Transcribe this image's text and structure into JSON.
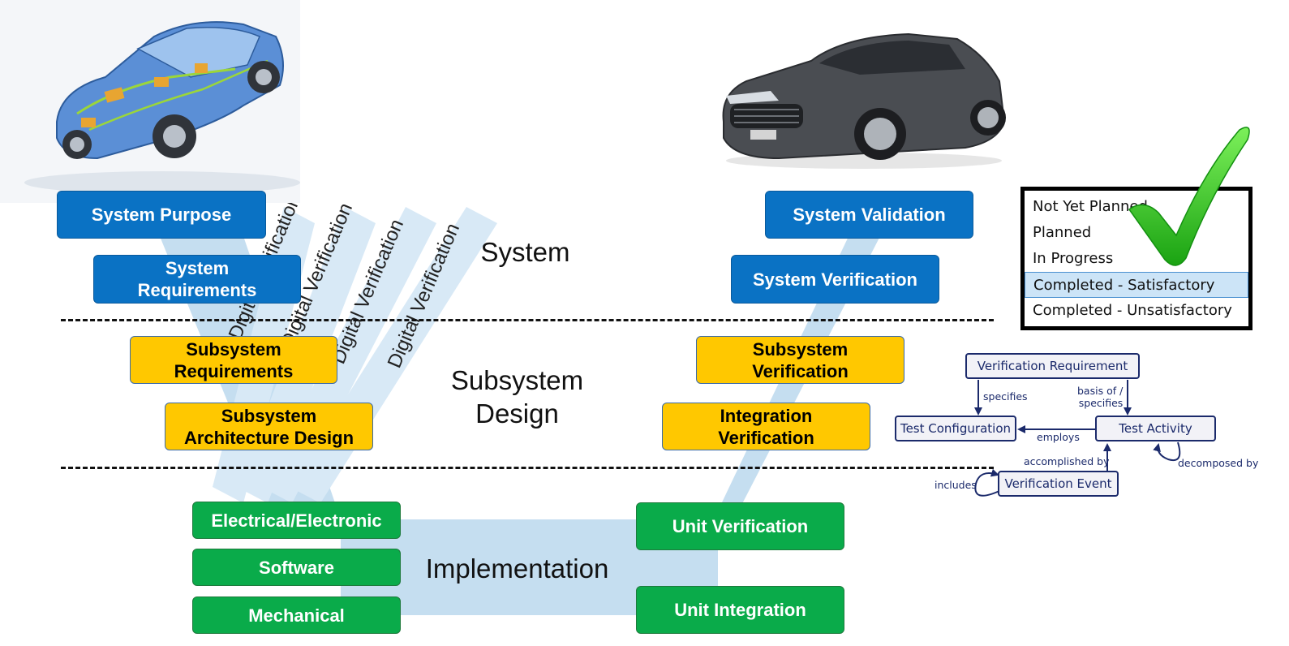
{
  "v_model": {
    "left": {
      "system_purpose": "System Purpose",
      "system_requirements": [
        "System",
        "Requirements"
      ],
      "subsystem_requirements": [
        "Subsystem",
        "Requirements"
      ],
      "subsystem_architecture": [
        "Subsystem",
        "Architecture Design"
      ]
    },
    "implementation_items": [
      "Electrical/Electronic",
      "Software",
      "Mechanical"
    ],
    "right": {
      "system_validation": "System Validation",
      "system_verification": "System Verification",
      "subsystem_verification": [
        "Subsystem",
        "Verification"
      ],
      "integration_verification": [
        "Integration",
        "Verification"
      ],
      "unit_verification": "Unit Verification",
      "unit_integration": "Unit Integration"
    },
    "levels": {
      "system": "System",
      "subsystem": [
        "Subsystem",
        "Design"
      ],
      "implementation": "Implementation"
    },
    "digital_verification_bands": [
      "Digital Verification",
      "Digital Verification",
      "Digital Verification",
      "Digital Verification"
    ]
  },
  "status_list": {
    "items": [
      "Not Yet Planned",
      "Planned",
      "In Progress",
      "Completed - Satisfactory",
      "Completed - Unsatisfactory"
    ],
    "selected": "Completed - Satisfactory"
  },
  "meta_model": {
    "nodes": {
      "verification_requirement": "Verification Requirement",
      "test_configuration": "Test Configuration",
      "test_activity": "Test Activity",
      "verification_event": "Verification Event"
    },
    "relations": {
      "specifies": "specifies",
      "basis_of": [
        "basis of /",
        "specifies"
      ],
      "employs": "employs",
      "accomplished_by": "accomplished by",
      "decomposed_by": "decomposed by",
      "includes": "includes"
    }
  },
  "colors": {
    "blue": "#0a72c4",
    "yellow": "#ffc800",
    "green": "#0aab4a",
    "v_band": "#c5def0",
    "checkmark": "#3ccf1e",
    "meta_ink": "#1b2a6b"
  },
  "icons": [
    "engineering-car-image",
    "sedan-car-image",
    "green-checkmark-icon"
  ]
}
